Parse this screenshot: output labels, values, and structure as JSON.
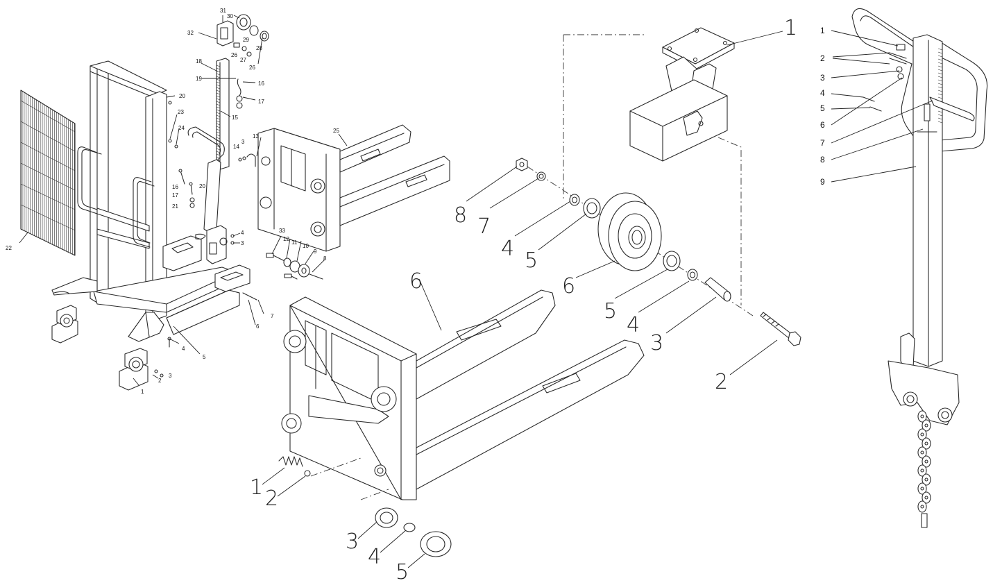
{
  "stacker_labels": {
    "n1": "1",
    "n2": "2",
    "n3a": "3",
    "n3b": "3",
    "n3c": "3",
    "n4a": "4",
    "n4b": "4",
    "n5": "5",
    "n6": "6",
    "n7": "7",
    "n8": "8",
    "n9": "9",
    "n10": "10",
    "n11": "11",
    "n12": "12",
    "n13": "13",
    "n14": "14",
    "n15": "15",
    "n16a": "16",
    "n16b": "16",
    "n17a": "17",
    "n17b": "17",
    "n18": "18",
    "n19": "19",
    "n20a": "20",
    "n20b": "20",
    "n21": "21",
    "n22": "22",
    "n23": "23",
    "n24": "24",
    "n25": "25",
    "n26a": "26",
    "n26b": "26",
    "n27": "27",
    "n28": "28",
    "n29": "29",
    "n30": "30",
    "n31": "31",
    "n32": "32",
    "n33": "33"
  },
  "fork_labels": {
    "n1": "1",
    "n2": "2",
    "n3": "3",
    "n4": "4",
    "n5": "5",
    "n6": "6"
  },
  "wheel_labels": {
    "n1": "1",
    "n2": "2",
    "n3": "3",
    "n4": "4",
    "n5": "5",
    "n6": "6",
    "n7": "7",
    "n8": "8",
    "n4b": "4",
    "n5b": "5"
  },
  "handle_labels": {
    "n1": "1",
    "n2": "2",
    "n3": "3",
    "n4": "4",
    "n5": "5",
    "n6": "6",
    "n7": "7",
    "n8": "8",
    "n9": "9"
  }
}
